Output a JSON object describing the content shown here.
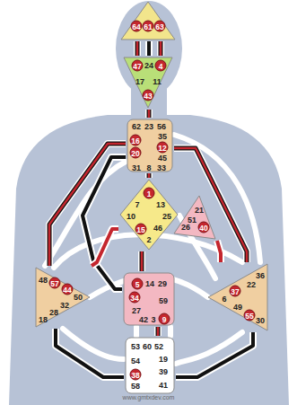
{
  "diagram": {
    "nodes": [
      {
        "text": [
          "64",
          "61",
          "63"
        ]
      },
      {
        "text": [
          "47",
          "24",
          "4",
          "17",
          "11",
          "43"
        ]
      },
      {
        "text": [
          "62",
          "23",
          "56",
          "16",
          "35",
          "20",
          "12",
          "45",
          "31",
          "8",
          "33"
        ]
      },
      {
        "text": [
          "1",
          "7",
          "13",
          "10",
          "25",
          "15",
          "46",
          "2"
        ]
      },
      {
        "text": [
          "21",
          "51",
          "26",
          "40"
        ]
      },
      {
        "text": [
          "48",
          "57",
          "44",
          "50",
          "32",
          "28",
          "18"
        ]
      },
      {
        "text": [
          "5",
          "14",
          "29",
          "34",
          "59",
          "27",
          "42",
          "3",
          "9"
        ]
      },
      {
        "text": [
          "36",
          "22",
          "37",
          "6",
          "49",
          "55",
          "30"
        ]
      },
      {
        "text": [
          "53",
          "60",
          "52",
          "54",
          "19",
          "38",
          "39",
          "58",
          "41"
        ]
      }
    ],
    "edges": [
      {
        "from": 0,
        "to": 1,
        "arrow": "none"
      },
      {
        "from": 0,
        "to": 1,
        "arrow": "none"
      },
      {
        "from": 0,
        "to": 1,
        "arrow": "none"
      },
      {
        "from": 1,
        "to": 2,
        "arrow": "none"
      },
      {
        "from": 2,
        "to": 3,
        "arrow": "none"
      },
      {
        "from": 2,
        "to": 5,
        "arrow": "none"
      },
      {
        "from": 2,
        "to": 6,
        "arrow": "none"
      },
      {
        "from": 5,
        "to": 3,
        "arrow": "none"
      },
      {
        "from": 2,
        "to": 7,
        "arrow": "none"
      },
      {
        "from": 3,
        "to": 6,
        "arrow": "none"
      },
      {
        "from": 4,
        "to": 7,
        "arrow": "none"
      },
      {
        "from": 6,
        "to": 8,
        "arrow": "none"
      },
      {
        "from": 5,
        "to": 8,
        "arrow": "none"
      },
      {
        "from": 7,
        "to": 8,
        "arrow": "none"
      }
    ],
    "labels": [
      "www.gmtxdev.com"
    ]
  }
}
